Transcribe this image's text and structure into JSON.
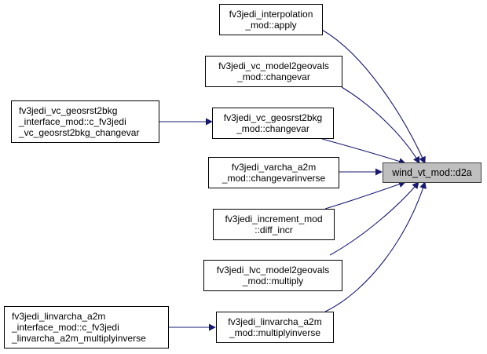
{
  "colors": {
    "edge": "#191970",
    "target_fill": "#bfbfbf",
    "node_border": "#000000"
  },
  "target": {
    "lines": [
      "wind_vt_mod::d2a"
    ]
  },
  "callers": [
    {
      "lines": [
        "fv3jedi_interpolation",
        "_mod::apply"
      ]
    },
    {
      "lines": [
        "fv3jedi_vc_model2geovals",
        "_mod::changevar"
      ]
    },
    {
      "lines": [
        "fv3jedi_vc_geosrst2bkg",
        "_mod::changevar"
      ]
    },
    {
      "lines": [
        "fv3jedi_varcha_a2m",
        "_mod::changevarinverse"
      ]
    },
    {
      "lines": [
        "fv3jedi_increment_mod",
        "::diff_incr"
      ]
    },
    {
      "lines": [
        "fv3jedi_lvc_model2geovals",
        "_mod::multiply"
      ]
    },
    {
      "lines": [
        "fv3jedi_linvarcha_a2m",
        "_mod::multiplyinverse"
      ]
    }
  ],
  "outer_callers": [
    {
      "lines": [
        "fv3jedi_vc_geosrst2bkg",
        "_interface_mod::c_fv3jedi",
        "_vc_geosrst2bkg_changevar"
      ]
    },
    {
      "lines": [
        "fv3jedi_linvarcha_a2m",
        "_interface_mod::c_fv3jedi",
        "_linvarcha_a2m_multiplyinverse"
      ]
    }
  ]
}
